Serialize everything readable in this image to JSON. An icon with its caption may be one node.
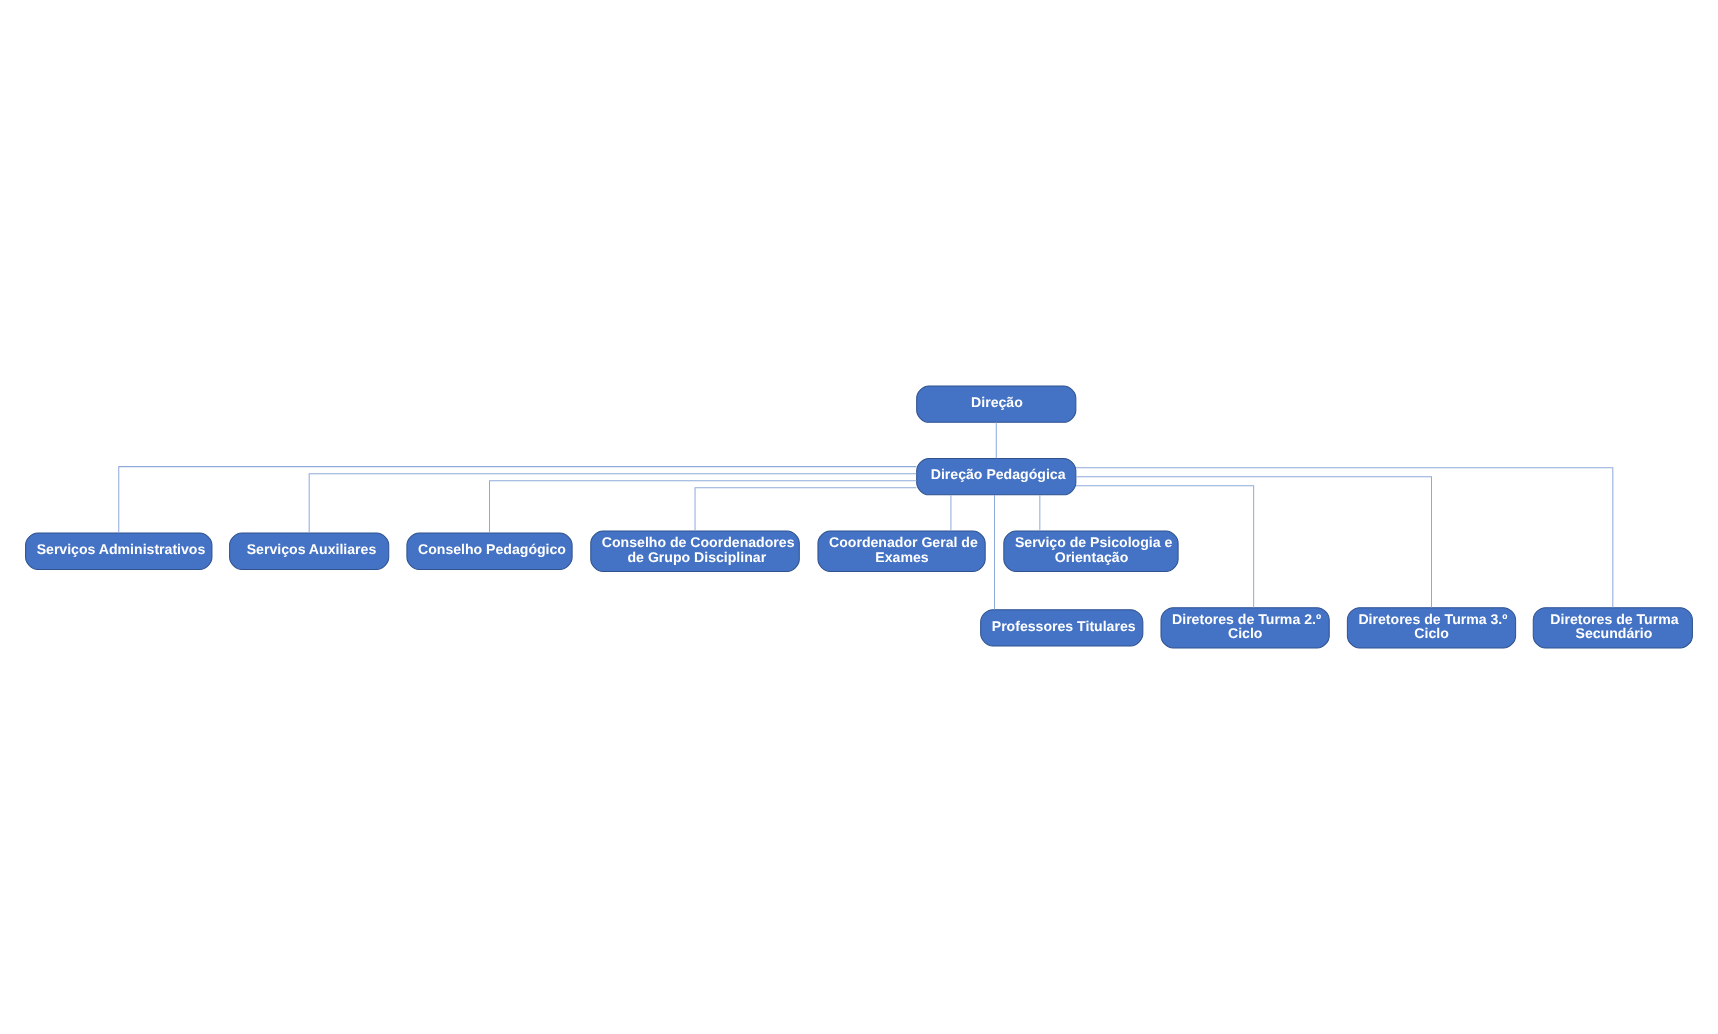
{
  "diagram": {
    "nodes": [
      {
        "text": [
          "Direção"
        ]
      },
      {
        "text": [
          "Direção Pedagógica"
        ]
      },
      {
        "text": [
          "Serviços Administrativos"
        ]
      },
      {
        "text": [
          "Serviços Auxiliares"
        ]
      },
      {
        "text": [
          "Conselho Pedagógico"
        ]
      },
      {
        "text": [
          "Conselho de Coordenadores de Grupo Disciplinar"
        ]
      },
      {
        "text": [
          "Coordenador Geral de Exames"
        ]
      },
      {
        "text": [
          "Serviço de Psicologia e Orientação"
        ]
      },
      {
        "text": [
          "Professores Titulares"
        ]
      },
      {
        "text": [
          "Diretores de Turma 2.º Ciclo"
        ]
      },
      {
        "text": [
          "Diretores de Turma 3.º Ciclo"
        ]
      },
      {
        "text": [
          "Diretores de Turma Secundário"
        ]
      }
    ],
    "edges": [
      {
        "from": 0,
        "to": 1,
        "arrow": "none"
      },
      {
        "from": 1,
        "to": 2,
        "arrow": "none"
      },
      {
        "from": 1,
        "to": 3,
        "arrow": "none"
      },
      {
        "from": 1,
        "to": 4,
        "arrow": "none"
      },
      {
        "from": 1,
        "to": 5,
        "arrow": "none"
      },
      {
        "from": 1,
        "to": 6,
        "arrow": "none"
      },
      {
        "from": 1,
        "to": 7,
        "arrow": "none"
      },
      {
        "from": 1,
        "to": 8,
        "arrow": "none"
      },
      {
        "from": 1,
        "to": 9,
        "arrow": "none"
      },
      {
        "from": 1,
        "to": 10,
        "arrow": "none"
      },
      {
        "from": 1,
        "to": 11,
        "arrow": "none"
      }
    ]
  }
}
